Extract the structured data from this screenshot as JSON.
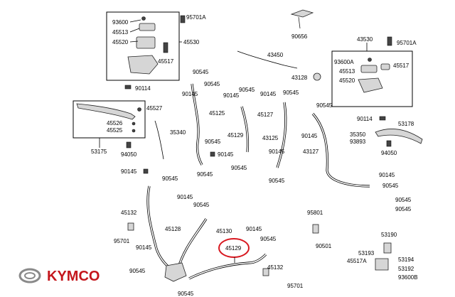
{
  "brand": {
    "name": "KYMCO",
    "color": "#c4161c",
    "logo": "kymco-logo-icon"
  },
  "highlight": {
    "part": "45129",
    "color": "#d8171f"
  },
  "labels": {
    "p93600": "93600",
    "p45513": "45513",
    "p45520": "45520",
    "p45530": "45530",
    "p45517": "45517",
    "p95701A_top": "95701A",
    "p90656": "90656",
    "p43450": "43450",
    "p43530": "43530",
    "p95701A_r": "95701A",
    "p93600A": "93600A",
    "p45517_r": "45517",
    "p45513_r": "45513",
    "p45520_r": "45520",
    "p43128": "43128",
    "p90114": "90114",
    "p45527": "45527",
    "p45526": "45526",
    "p45525": "45525",
    "p53175": "53175",
    "p35340": "35340",
    "p94050": "94050",
    "p90545_a": "90545",
    "p90145_a": "90145",
    "p90545_b": "90545",
    "p45125": "45125",
    "p90545_c": "90545",
    "p90545_d": "90545",
    "p90145_b": "90145",
    "p45127": "45127",
    "p90145_c": "90145",
    "p90545_e": "90545",
    "p45129_top": "45129",
    "p90545_f": "90545",
    "p90145_d": "90145",
    "p43125": "43125",
    "p90145_e": "90145",
    "p90545_g": "90545",
    "p90545_h": "90545",
    "p90545_i": "90545",
    "p90145_f": "90145",
    "p43127": "43127",
    "p90114_r": "90114",
    "p53178": "53178",
    "p35350": "35350",
    "p93893": "93893",
    "p94050_r": "94050",
    "p90145_g": "90145",
    "p90545_j": "90545",
    "p90145_h": "90145",
    "p90545_k": "90545",
    "p90545_l": "90545",
    "p90545_m": "90545",
    "p90145_i": "90145",
    "p45132": "45132",
    "p45128": "45128",
    "p95701": "95701",
    "p45130": "45130",
    "p90145_j": "90145",
    "p90545_n": "90545",
    "p45129_hl": "45129",
    "p90145_k": "90145",
    "p90545_o": "90545",
    "p90545_p": "90545",
    "p45132_b": "45132",
    "p95701_b": "95701",
    "p95801": "95801",
    "p90501": "90501",
    "p53190": "53190",
    "p53193": "53193",
    "p45517A": "45517A",
    "p53194": "53194",
    "p53192": "53192",
    "p93600B": "93600B"
  }
}
